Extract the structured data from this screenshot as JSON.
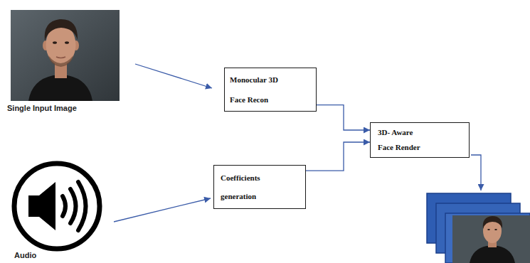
{
  "diagram": {
    "nodes": [
      {
        "text": [
          "Monocular 3D Face Recon"
        ]
      },
      {
        "text": [
          "Coefficients generation"
        ]
      },
      {
        "text": [
          "3D- Aware Face Render"
        ]
      }
    ],
    "edges": [
      {
        "from": 0,
        "to": 2,
        "arrow": "to"
      },
      {
        "from": 1,
        "to": 2,
        "arrow": "to"
      }
    ],
    "labels": [
      "Single Input Image",
      "Audio"
    ]
  }
}
